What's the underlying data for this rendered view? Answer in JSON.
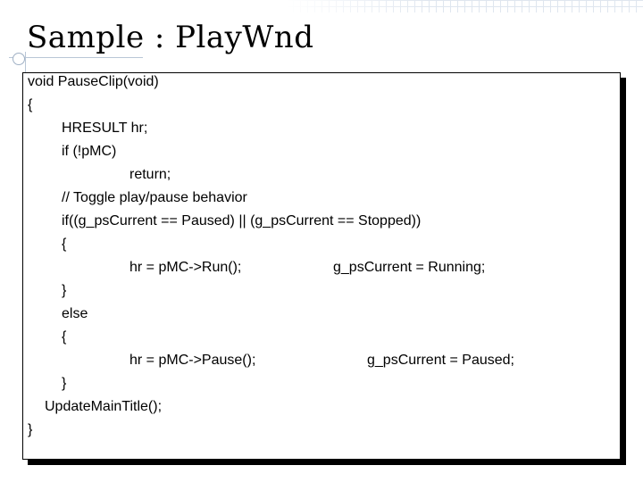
{
  "title": "Sample : PlayWnd",
  "code": {
    "l1": "void PauseClip(void)",
    "l2": "{",
    "l3": "HRESULT hr;",
    "l4": "if (!pMC)",
    "l5": "return;",
    "l6": "// Toggle play/pause behavior",
    "l7": "if((g_psCurrent == Paused) || (g_psCurrent == Stopped))",
    "l8": "{",
    "l9a": "hr = pMC->Run();",
    "l9b": "g_psCurrent = Running;",
    "l10": "}",
    "l11": "else",
    "l12": "{",
    "l13a": "hr = pMC->Pause();",
    "l13b": "g_psCurrent = Paused;",
    "l14": "}",
    "l15": "UpdateMainTitle();",
    "l16": "}"
  }
}
